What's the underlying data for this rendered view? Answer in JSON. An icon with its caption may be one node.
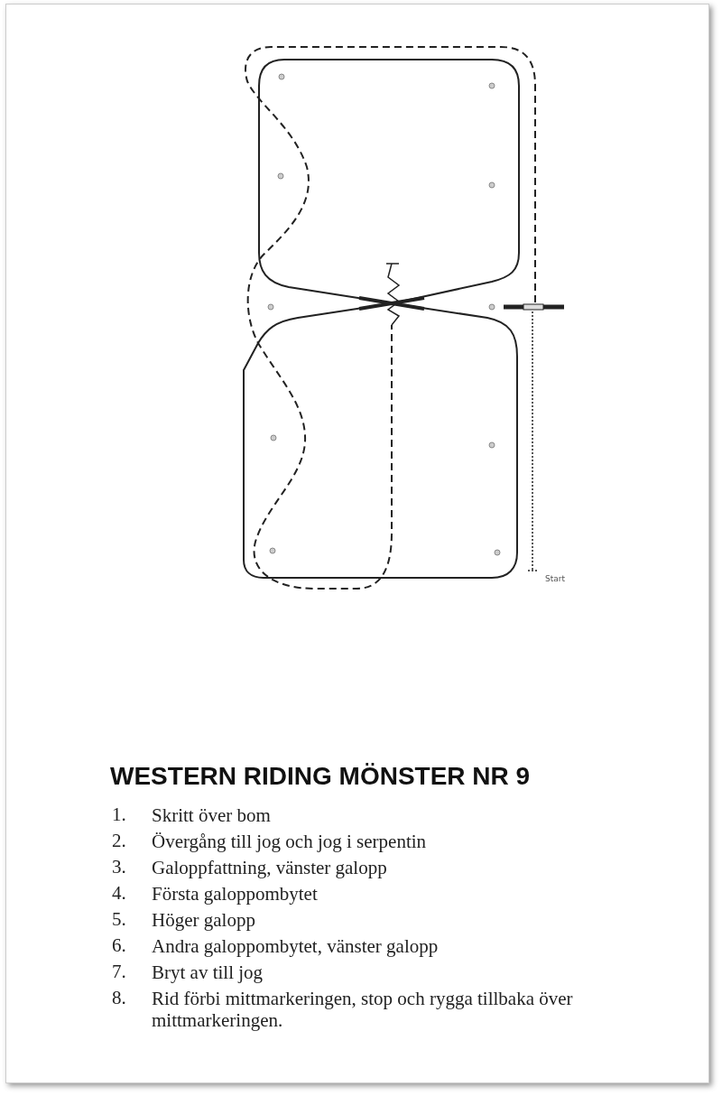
{
  "diagram": {
    "title": "WESTERN RIDING MÖNSTER NR 9",
    "labels": [
      "Start",
      "1.",
      "Skritt över bom",
      "2.",
      "Övergång till jog och jog i serpentin",
      "3.",
      "Galoppfattning, vänster galopp",
      "4.",
      "Första galoppombytet",
      "5.",
      "Höger galopp",
      "6.",
      "Andra galoppombytet, vänster galopp",
      "7.",
      "Bryt av till jog",
      "8.",
      "Rid förbi mittmarkeringen, stop och rygga tillbaka över mittmarkeringen."
    ]
  }
}
